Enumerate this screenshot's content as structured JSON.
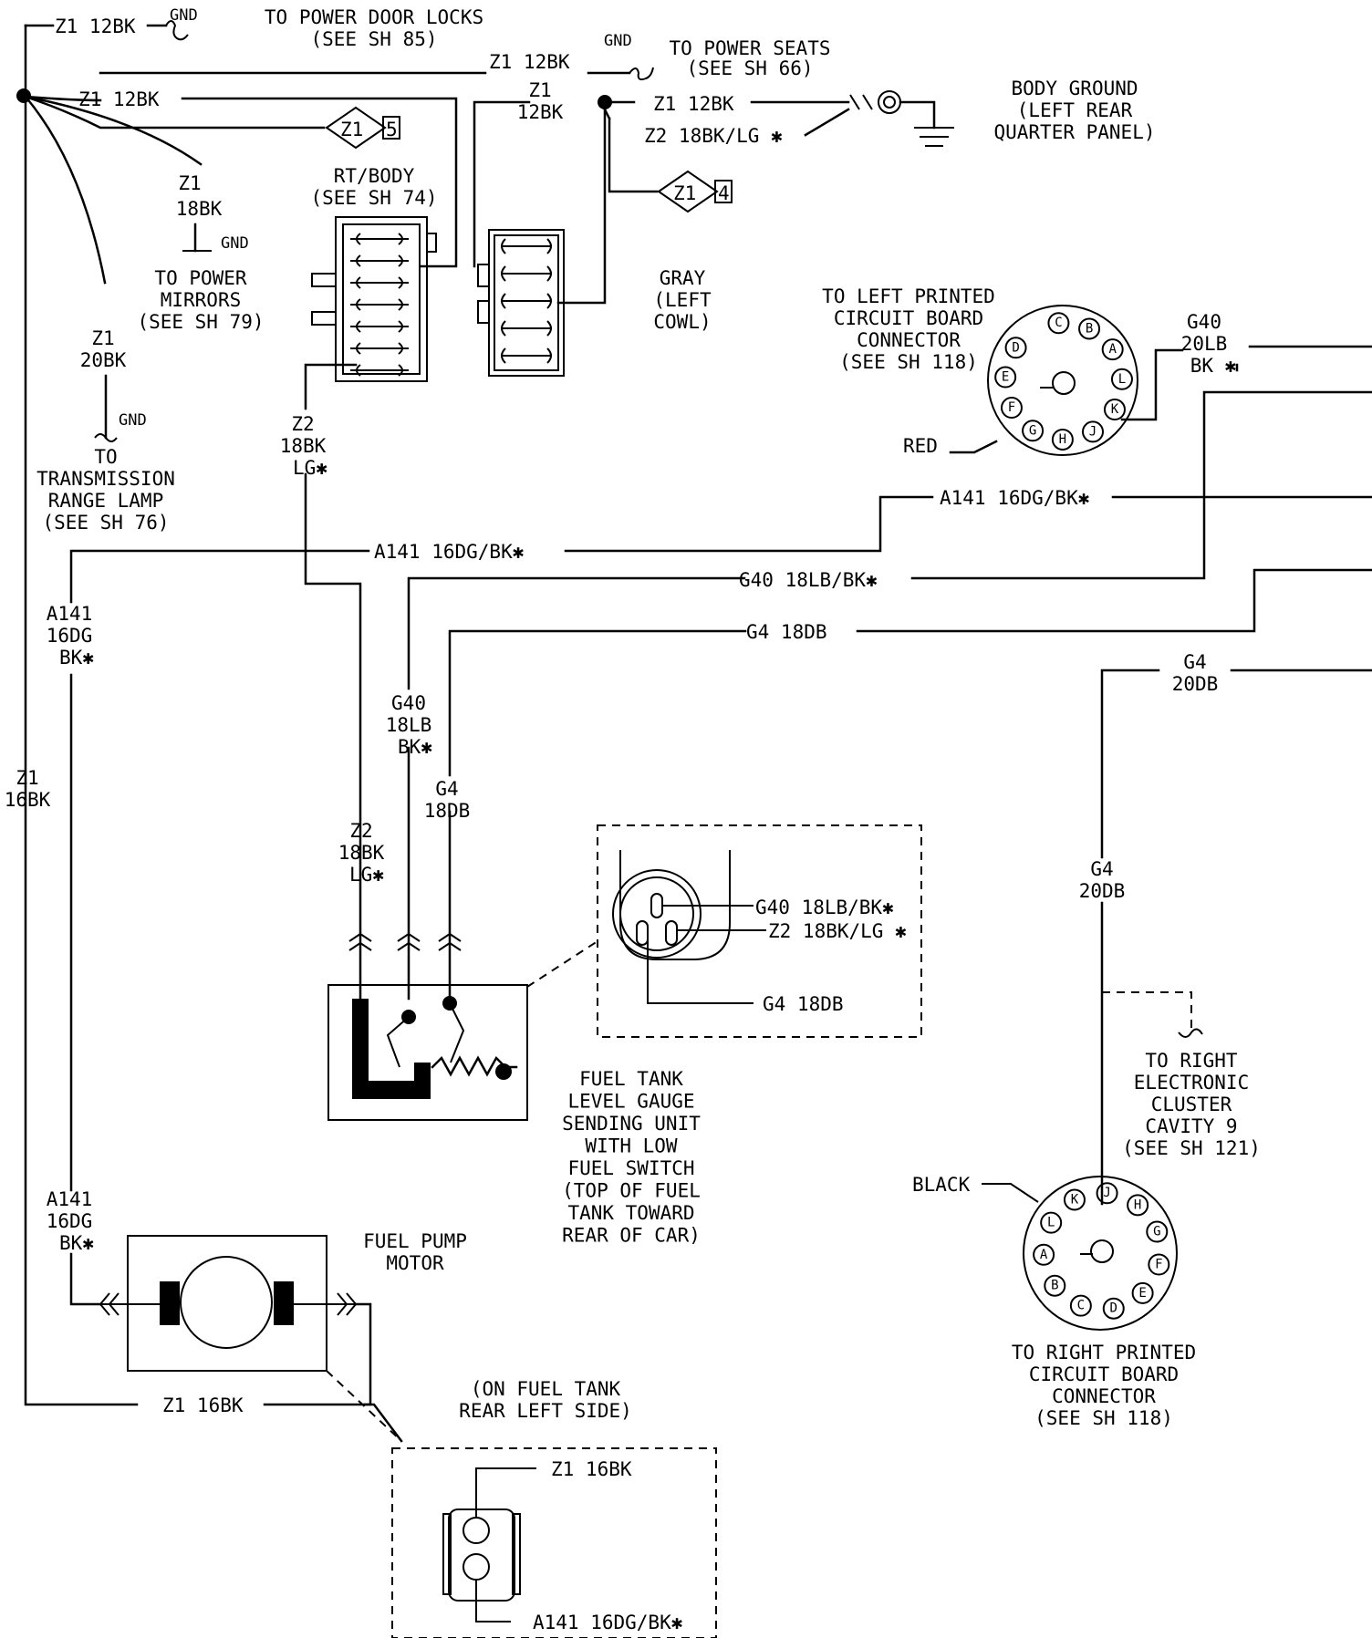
{
  "wires": {
    "z1_12bk": "Z1 12BK",
    "z1": "Z1",
    "w12bk": "12BK",
    "w18bk": "18BK",
    "w20bk": "20BK",
    "w16bk": "16BK",
    "z1_16bk": "Z1 16BK",
    "z2": "Z2",
    "lg": "LG✱",
    "z2_18bk_lg": "Z2 18BK/LG ✱",
    "a141_16dg_bk": "A141 16DG/BK✱",
    "a141": "A141",
    "w16dg": "16DG",
    "bk": "BK✱",
    "g40_18lb_bk": "G40 18LB/BK✱",
    "g40": "G40",
    "w18lb": "18LB",
    "w20lb": "20LB",
    "bk_sp": "BK ✱",
    "g4_18db": "G4 18DB",
    "g4": "G4",
    "w18db": "18DB",
    "w20db": "20DB",
    "gnd": "GND",
    "red": "RED",
    "black": "BLACK",
    "splice5": "5",
    "splice4": "4"
  },
  "labels": {
    "door_locks": [
      "TO POWER DOOR LOCKS",
      "(SEE SH 85)"
    ],
    "power_seats": [
      "TO POWER SEATS",
      "(SEE SH 66)"
    ],
    "body_ground": [
      "BODY GROUND",
      "(LEFT REAR",
      "QUARTER PANEL)"
    ],
    "rt_body": [
      "RT/BODY",
      "(SEE SH 74)"
    ],
    "gray_cowl": [
      "GRAY",
      "(LEFT",
      "COWL)"
    ],
    "power_mirrors": [
      "TO POWER",
      "MIRRORS",
      "(SEE SH 79)"
    ],
    "trans_lamp": [
      "TO",
      "TRANSMISSION",
      "RANGE LAMP",
      "(SEE SH 76)"
    ],
    "left_pcb": [
      "TO LEFT PRINTED",
      "CIRCUIT BOARD",
      "CONNECTOR",
      "(SEE SH 118)"
    ],
    "sending_unit": [
      "FUEL TANK",
      "LEVEL GAUGE",
      "SENDING UNIT",
      "WITH LOW",
      "FUEL SWITCH",
      "(TOP OF FUEL",
      "TANK TOWARD",
      "REAR OF CAR)"
    ],
    "fuel_pump": [
      "FUEL PUMP",
      "MOTOR"
    ],
    "fuel_tank_side": [
      "(ON FUEL TANK",
      "REAR LEFT SIDE)"
    ],
    "right_cluster": [
      "TO RIGHT",
      "ELECTRONIC",
      "CLUSTER",
      "CAVITY 9",
      "(SEE SH 121)"
    ],
    "right_pcb": [
      "TO RIGHT PRINTED",
      "CIRCUIT BOARD",
      "CONNECTOR",
      "(SEE SH 118)"
    ]
  },
  "left_connector_pins": [
    "A",
    "B",
    "C",
    "D",
    "E",
    "F",
    "G",
    "H",
    "J",
    "K"
  ],
  "right_connector_pins": [
    "A",
    "B",
    "C",
    "D",
    "E",
    "F",
    "G",
    "H",
    "J",
    "K",
    "L"
  ]
}
